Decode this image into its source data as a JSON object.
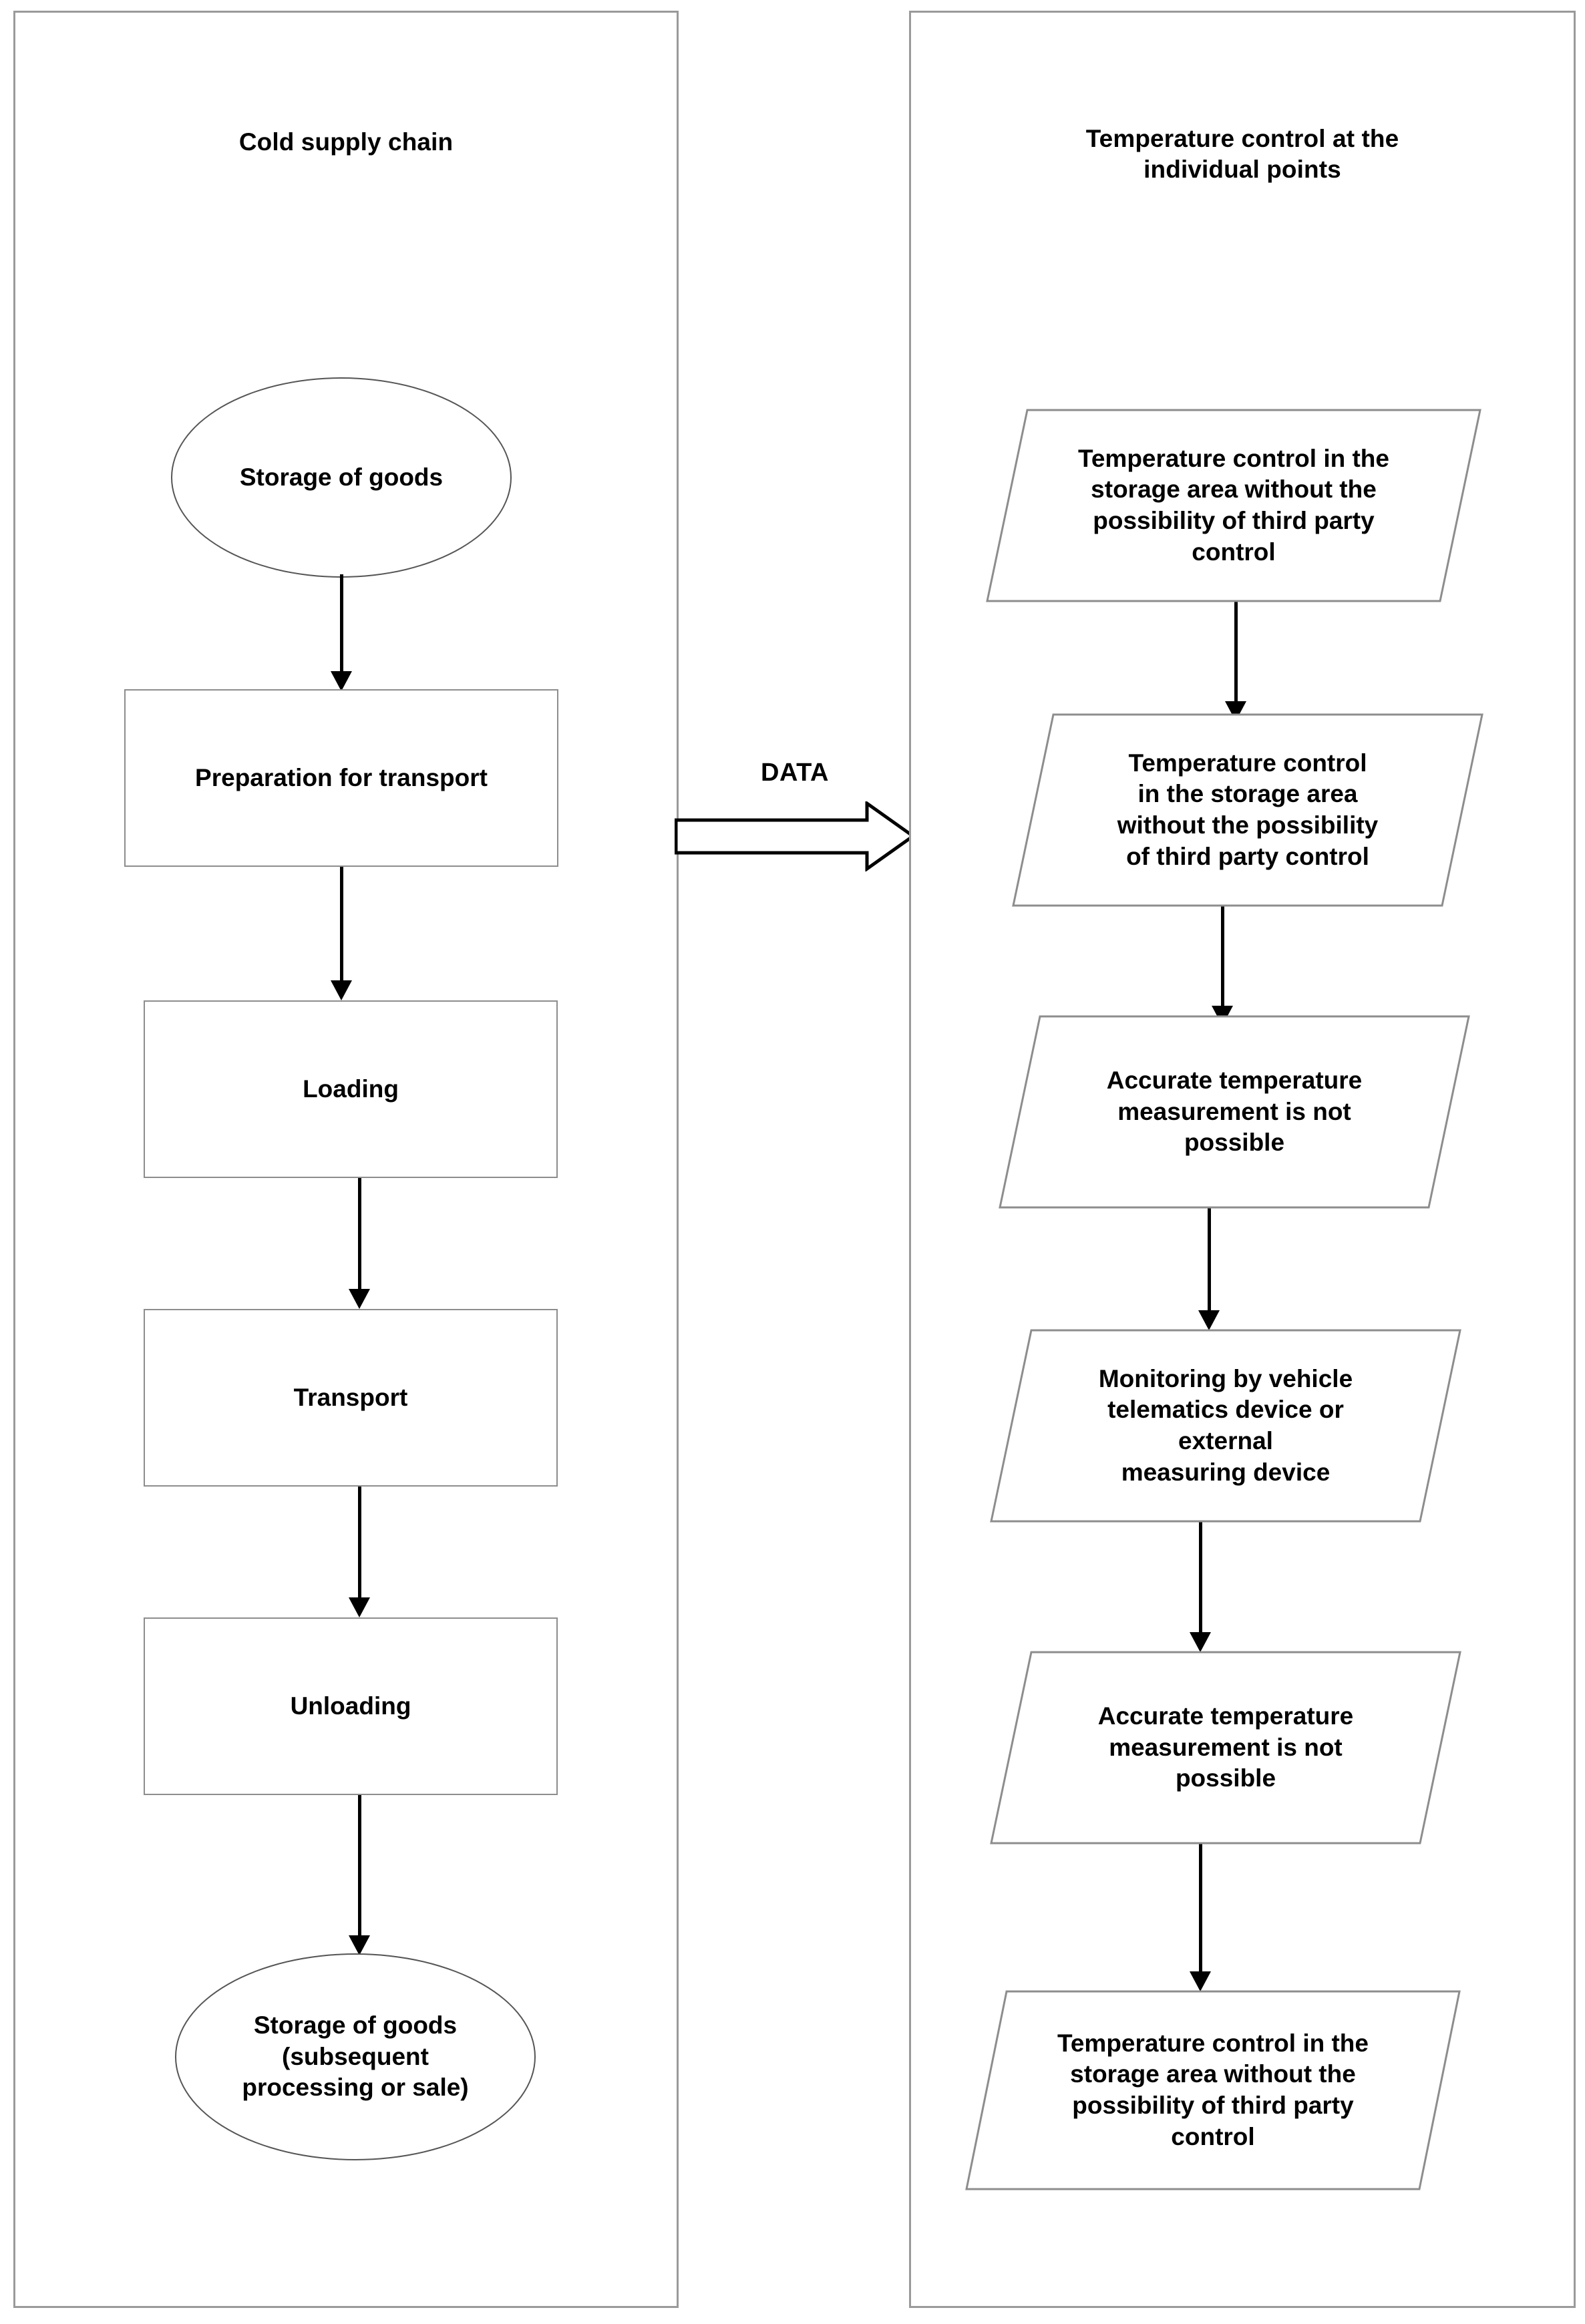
{
  "panels": {
    "left": {
      "title": "Cold supply chain",
      "nodes": [
        {
          "shape": "ellipse",
          "label": "Storage of goods"
        },
        {
          "shape": "rectangle",
          "label": "Preparation for transport"
        },
        {
          "shape": "rectangle",
          "label": "Loading"
        },
        {
          "shape": "rectangle",
          "label": "Transport"
        },
        {
          "shape": "rectangle",
          "label": "Unloading"
        },
        {
          "shape": "ellipse",
          "label": "Storage of goods\n(subsequent\nprocessing or sale)"
        }
      ]
    },
    "right": {
      "title": "Temperature control at the\nindividual points",
      "nodes": [
        {
          "shape": "parallelogram",
          "label": "Temperature control in the\nstorage area without the\npossibility of third party\ncontrol"
        },
        {
          "shape": "parallelogram",
          "label": "Temperature control\nin the storage area\nwithout the possibility\nof third party control"
        },
        {
          "shape": "parallelogram",
          "label": "Accurate temperature\nmeasurement is not\npossible"
        },
        {
          "shape": "parallelogram",
          "label": "Monitoring by vehicle\ntelematics device or\nexternal\nmeasuring device"
        },
        {
          "shape": "parallelogram",
          "label": "Accurate temperature\nmeasurement is not\npossible"
        },
        {
          "shape": "parallelogram",
          "label": "Temperature control in the\nstorage area without the\npossibility of third party\ncontrol"
        }
      ]
    }
  },
  "connector": {
    "label": "DATA"
  },
  "colors": {
    "ink": "#000000",
    "panel_border": "#9a9a9a",
    "shape_border": "#8d8d8d",
    "background": "#ffffff"
  }
}
